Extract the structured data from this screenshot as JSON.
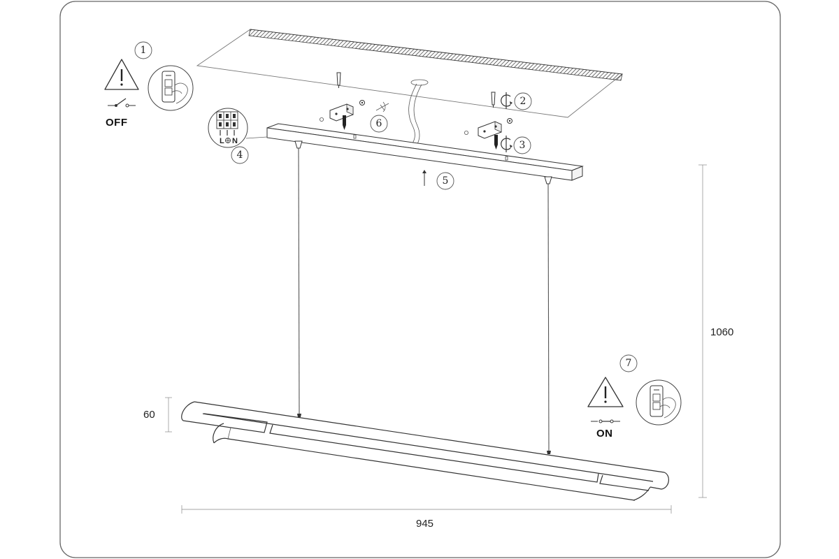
{
  "steps": {
    "s1": "1",
    "s2": "2",
    "s3": "3",
    "s4": "4",
    "s5": "5",
    "s6": "6",
    "s7": "7"
  },
  "dimensions": {
    "height": "1060",
    "width": "945",
    "tube_height": "60"
  },
  "power": {
    "off_label": "OFF",
    "on_label": "ON"
  },
  "terminal": {
    "live": "L",
    "neutral": "N"
  }
}
